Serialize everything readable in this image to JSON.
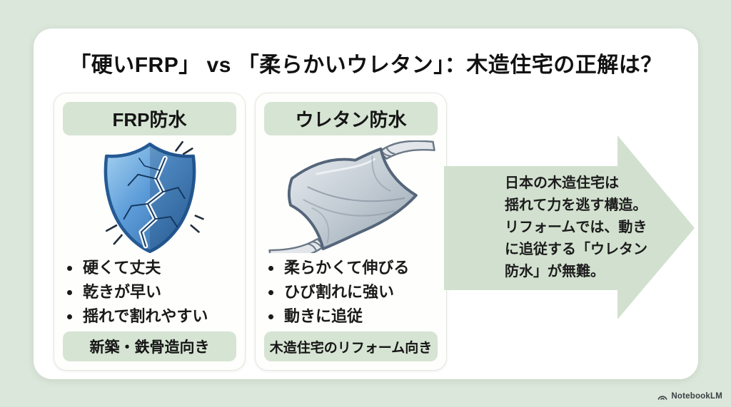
{
  "page": {
    "title": "「硬いFRP」 vs 「柔らかいウレタン」：木造住宅の正解は？"
  },
  "colors": {
    "background": "#dbe7da",
    "slide": "#ffffff",
    "pill_green": "#d6e4d3",
    "arrow_green": "#d2e1cf",
    "text": "#1d1d1d",
    "shield_blue": "#4a86c8",
    "sheet_gray": "#b7c1cb"
  },
  "cards": [
    {
      "title": "FRP防水",
      "icon": "cracked-shield-icon",
      "bullets": [
        "硬くて丈夫",
        "乾きが早い",
        "揺れで割れやすい"
      ],
      "badge": "新築・鉄骨造向き"
    },
    {
      "title": "ウレタン防水",
      "icon": "stretched-sheet-icon",
      "bullets": [
        "柔らかくて伸びる",
        "ひび割れに強い",
        "動きに追従"
      ],
      "badge": "木造住宅のリフォーム向き"
    }
  ],
  "arrow_note": {
    "lines": [
      "日本の木造住宅は",
      "揺れて力を逃す構造。",
      "リフォームでは、動き",
      "に追従する「ウレタン",
      "防水」が無難。"
    ]
  },
  "footer": {
    "brand": "NotebookLM"
  }
}
